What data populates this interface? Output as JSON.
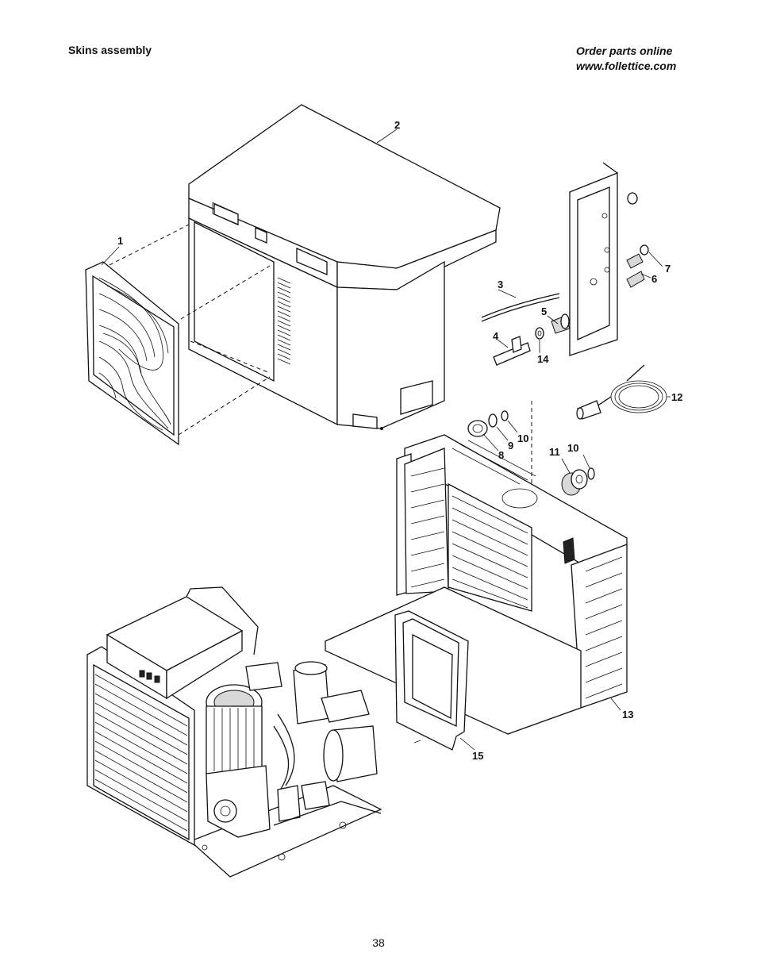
{
  "header": {
    "title": "Skins assembly",
    "order_line1": "Order parts online",
    "order_line2": "www.follettice.com"
  },
  "callouts": {
    "c1": "1",
    "c2": "2",
    "c3": "3",
    "c4": "4",
    "c5": "5",
    "c6": "6",
    "c7": "7",
    "c8": "8",
    "c9": "9",
    "c10a": "10",
    "c10b": "10",
    "c11": "11",
    "c12": "12",
    "c13": "13",
    "c14": "14",
    "c15": "15"
  },
  "footer": {
    "page_number": "38"
  }
}
